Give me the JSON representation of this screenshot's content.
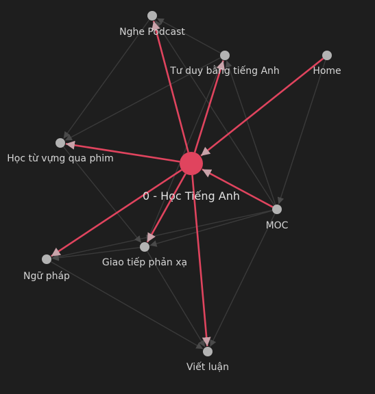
{
  "graph": {
    "center": {
      "id": "center",
      "label": "0 - Học Tiếng Anh",
      "color": "#e0445e"
    },
    "nodes": [
      {
        "id": "podcast",
        "label": "Nghe Podcast"
      },
      {
        "id": "tuduy",
        "label": "Tư duy bằng tiếng Anh"
      },
      {
        "id": "home",
        "label": "Home"
      },
      {
        "id": "phim",
        "label": "Học từ vựng qua phim"
      },
      {
        "id": "moc",
        "label": "MOC"
      },
      {
        "id": "giaotiep",
        "label": "Giao tiếp phản xạ"
      },
      {
        "id": "nguphap",
        "label": "Ngữ pháp"
      },
      {
        "id": "vietluan",
        "label": "Viết luận"
      }
    ],
    "links": [
      {
        "from": "center",
        "to": "podcast",
        "highlight": true
      },
      {
        "from": "center",
        "to": "tuduy",
        "highlight": true
      },
      {
        "from": "home",
        "to": "center",
        "highlight": true
      },
      {
        "from": "center",
        "to": "phim",
        "highlight": true
      },
      {
        "from": "moc",
        "to": "center",
        "highlight": true
      },
      {
        "from": "center",
        "to": "giaotiep",
        "highlight": true
      },
      {
        "from": "center",
        "to": "nguphap",
        "highlight": true
      },
      {
        "from": "center",
        "to": "vietluan",
        "highlight": true
      },
      {
        "from": "tuduy",
        "to": "podcast",
        "highlight": false
      },
      {
        "from": "tuduy",
        "to": "phim",
        "highlight": false
      },
      {
        "from": "podcast",
        "to": "phim",
        "highlight": false
      },
      {
        "from": "home",
        "to": "moc",
        "highlight": false
      },
      {
        "from": "moc",
        "to": "podcast",
        "highlight": false
      },
      {
        "from": "moc",
        "to": "tuduy",
        "highlight": false
      },
      {
        "from": "moc",
        "to": "giaotiep",
        "highlight": false
      },
      {
        "from": "moc",
        "to": "nguphap",
        "highlight": false
      },
      {
        "from": "moc",
        "to": "vietluan",
        "highlight": false
      },
      {
        "from": "giaotiep",
        "to": "nguphap",
        "highlight": false
      },
      {
        "from": "giaotiep",
        "to": "vietluan",
        "highlight": false
      },
      {
        "from": "nguphap",
        "to": "vietluan",
        "highlight": false
      },
      {
        "from": "phim",
        "to": "giaotiep",
        "highlight": false
      },
      {
        "from": "tuduy",
        "to": "giaotiep",
        "highlight": false
      }
    ]
  },
  "colors": {
    "background": "#1e1e1e",
    "edge": "#3a3a3a",
    "edge_highlight": "#e0445e",
    "node": "#b3b3b3",
    "label": "#d6d6d6"
  }
}
